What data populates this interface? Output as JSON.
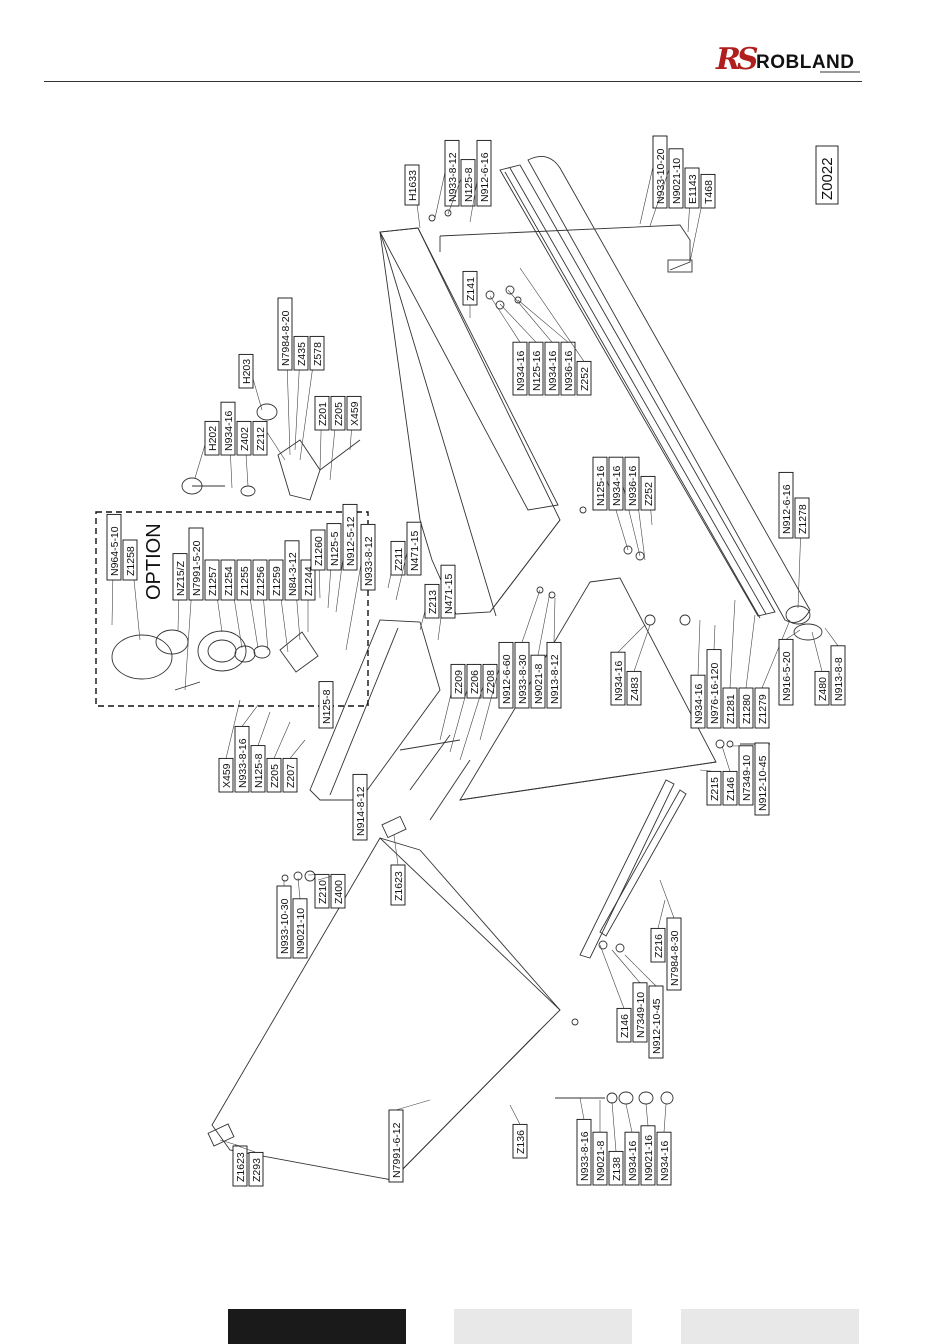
{
  "header": {
    "brand_mark": "RS",
    "brand_name": "ROBLAND"
  },
  "drawing": {
    "drawing_number": "Z0022",
    "option_title": "OPTION",
    "labels": {
      "N933_8_12_a": "N933-8-12",
      "N125_8_a": "N125-8",
      "N912_6_16_a": "N912-6-16",
      "H1633": "H1633",
      "N933_10_20": "N933-10-20",
      "N9021_10_a": "N9021-10",
      "E1143": "E1143",
      "T468": "T468",
      "Z141": "Z141",
      "N934_16_a": "N934-16",
      "N125_16_a": "N125-16",
      "N934_16_b": "N934-16",
      "N936_16_a": "N936-16",
      "Z252_a": "Z252",
      "N7984_8_20": "N7984-8-20",
      "Z435": "Z435",
      "Z578": "Z578",
      "H203": "H203",
      "H202": "H202",
      "N934_16_c": "N934-16",
      "Z402": "Z402",
      "Z212": "Z212",
      "Z201": "Z201",
      "Z205_a": "Z205",
      "X459_a": "X459",
      "N125_16_b": "N125-16",
      "N934_16_d": "N934-16",
      "N936_16_b": "N936-16",
      "Z252_b": "Z252",
      "N912_6_16_b": "N912-6-16",
      "Z1278": "Z1278",
      "N964_5_10": "N964-5-10",
      "Z1258": "Z1258",
      "NZ15_Z": "NZ15/Z",
      "N7991_5_20": "N7991-5-20",
      "Z1257": "Z1257",
      "Z1254": "Z1254",
      "Z1255": "Z1255",
      "Z1256": "Z1256",
      "Z1259": "Z1259",
      "N84_3_12": "N84-3-12",
      "Z1244": "Z1244",
      "Z1260": "Z1260",
      "N125_5": "N125-5",
      "N912_5_12": "N912-5-12",
      "N933_8_12_b": "N933-8-12",
      "Z211": "Z211",
      "N471_15_a": "N471-15",
      "Z213": "Z213",
      "N471_15_b": "N471-15",
      "N125_8_b": "N125-8",
      "X459_b": "X459",
      "N933_8_16_a": "N933-8-16",
      "N125_8_c": "N125-8",
      "Z205_b": "Z205",
      "Z207": "Z207",
      "Z209": "Z209",
      "Z206": "Z206",
      "Z208": "Z208",
      "N912_6_60": "N912-6-60",
      "N933_8_30": "N933-8-30",
      "N9021_8_a": "N9021-8",
      "N913_8_12": "N913-8-12",
      "N934_16_e": "N934-16",
      "Z483": "Z483",
      "N934_16_f": "N934-16",
      "N976_16_120": "N976-16-120",
      "Z1281": "Z1281",
      "Z1280": "Z1280",
      "Z1279": "Z1279",
      "N916_5_20": "N916-5-20",
      "Z480": "Z480",
      "N913_8_8": "N913-8-8",
      "N914_8_12": "N914-8-12",
      "Z215": "Z215",
      "Z146_a": "Z146",
      "N7349_10_a": "N7349-10",
      "N912_10_45_a": "N912-10-45",
      "N933_10_30": "N933-10-30",
      "N9021_10_b": "N9021-10",
      "Z210": "Z210",
      "Z400": "Z400",
      "Z1623_a": "Z1623",
      "Z216": "Z216",
      "N7984_8_30": "N7984-8-30",
      "Z146_b": "Z146",
      "N7349_10_b": "N7349-10",
      "N912_10_45_b": "N912-10-45",
      "N7991_6_12": "N7991-6-12",
      "Z136": "Z136",
      "N933_8_16_b": "N933-8-16",
      "N9021_8_b": "N9021-8",
      "Z138": "Z138",
      "N934_16_g": "N934-16",
      "N9021_16": "N9021-16",
      "N934_16_h": "N934-16",
      "Z1623_b": "Z1623",
      "Z293": "Z293"
    }
  },
  "footer": {
    "tabs": [
      "",
      "",
      ""
    ]
  }
}
